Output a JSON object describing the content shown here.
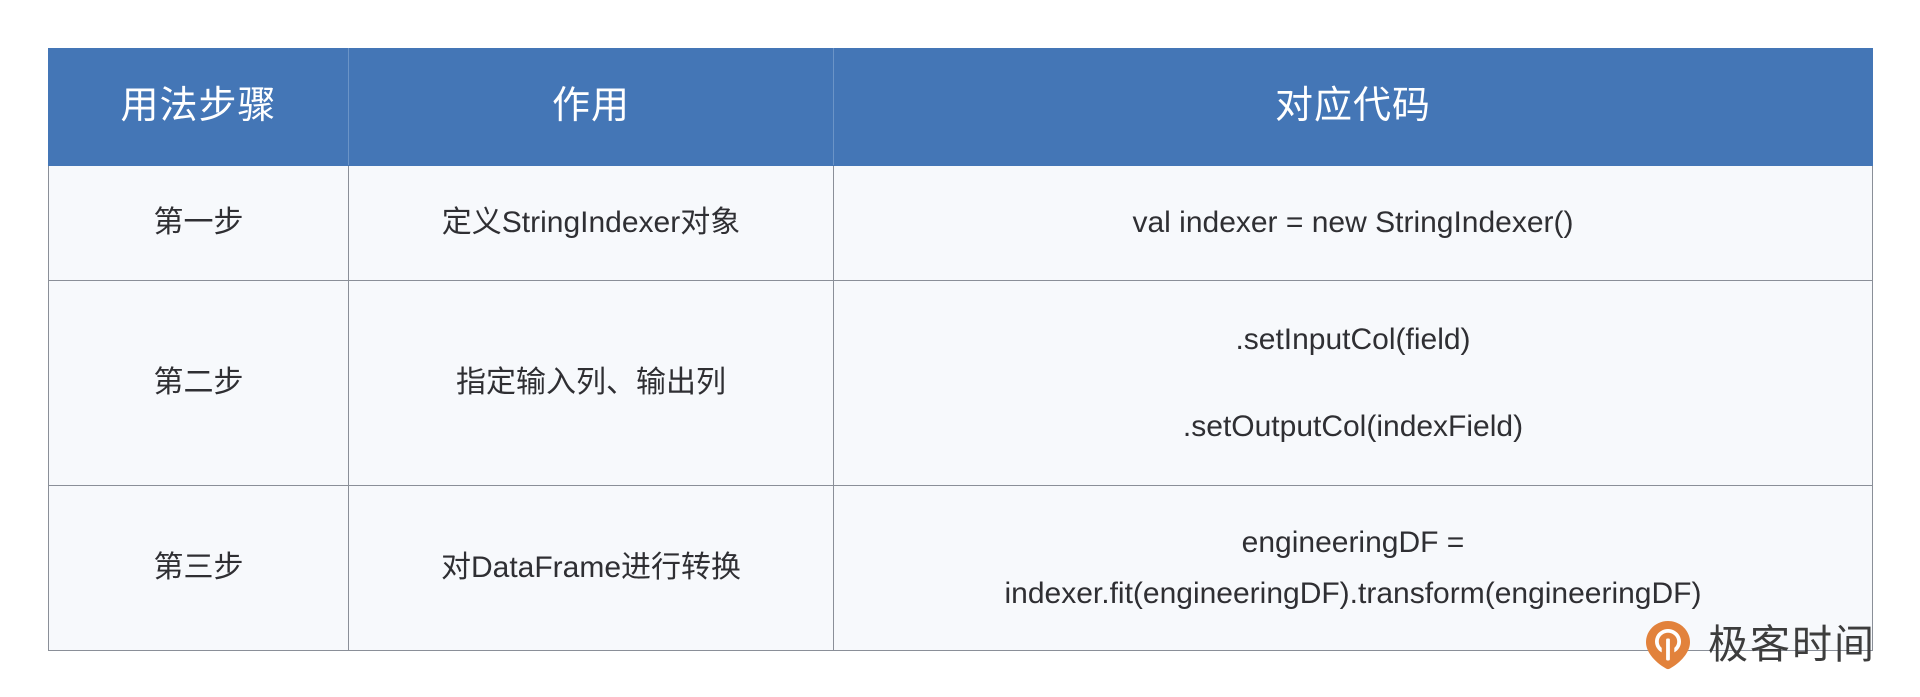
{
  "table": {
    "headers": [
      {
        "label": "用法步骤"
      },
      {
        "label": "作用"
      },
      {
        "label": "对应代码"
      }
    ],
    "rows": [
      {
        "step": "第一步",
        "purpose": "定义StringIndexer对象",
        "code_lines": [
          "val indexer = new StringIndexer()"
        ]
      },
      {
        "step": "第二步",
        "purpose": "指定输入列、输出列",
        "code_lines": [
          ".setInputCol(field)",
          ".setOutputCol(indexField)"
        ]
      },
      {
        "step": "第三步",
        "purpose": "对DataFrame进行转换",
        "code_lines": [
          "engineeringDF =",
          "indexer.fit(engineeringDF).transform(engineeringDF)"
        ]
      }
    ],
    "colors": {
      "header_background": "#4476b6",
      "header_text": "#ffffff",
      "cell_background": "#f7f9fc",
      "cell_text": "#2f2f33",
      "border": "#8a8f98"
    }
  },
  "watermark": {
    "brand_text": "极客时间",
    "mark_icon": "geektime-pin-icon",
    "mark_color": "#e2823c",
    "text_color": "#3d3d3d"
  }
}
